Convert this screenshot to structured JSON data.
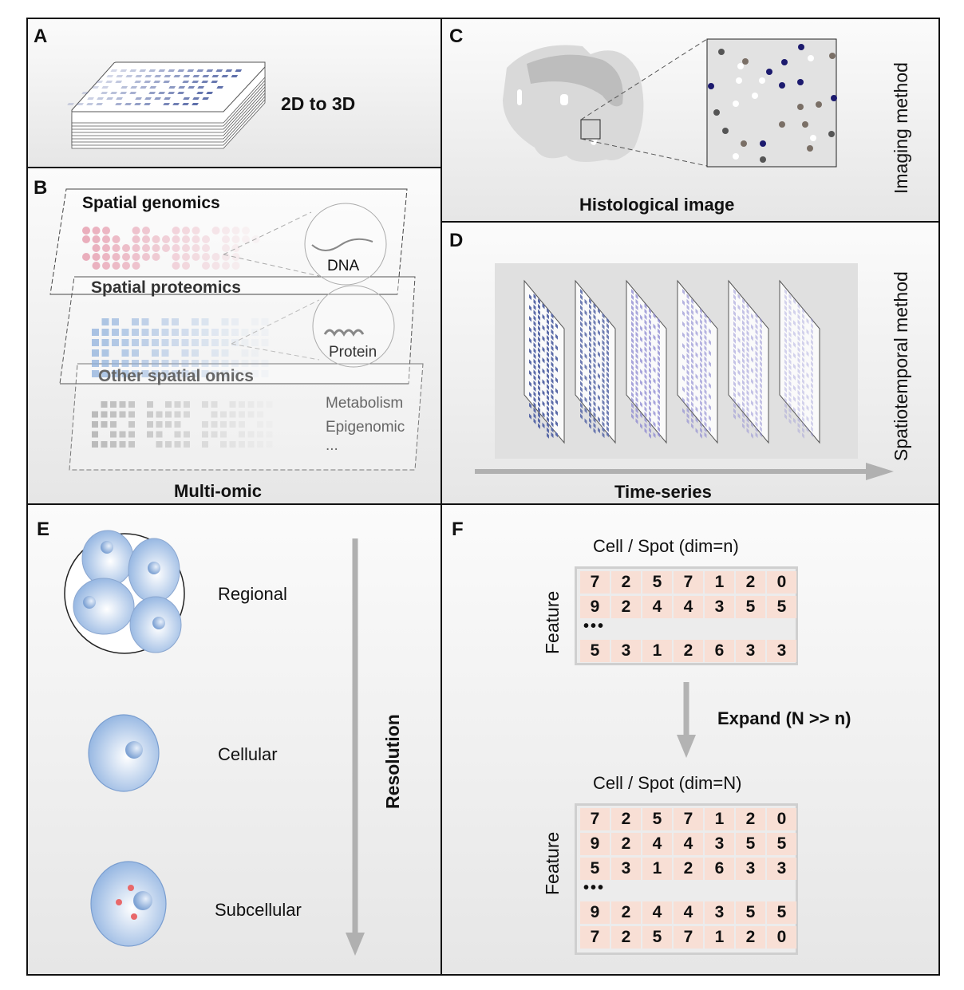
{
  "panels": {
    "A": {
      "letter": "A",
      "label": "2D to 3D"
    },
    "B": {
      "letter": "B",
      "caption": "Multi-omic",
      "layers": [
        {
          "title": "Spatial genomics",
          "inset": "DNA"
        },
        {
          "title": "Spatial proteomics",
          "inset": "Protein"
        },
        {
          "title": "Other spatial omics",
          "list": [
            "Metabolism",
            "Epigenomic",
            "..."
          ]
        }
      ]
    },
    "C": {
      "letter": "C",
      "caption": "Histological image",
      "side_label": "Imaging method"
    },
    "D": {
      "letter": "D",
      "caption": "Time-series",
      "side_label": "Spatiotemporal method",
      "slice_count": 6
    },
    "E": {
      "letter": "E",
      "axis_label": "Resolution",
      "levels": [
        "Regional",
        "Cellular",
        "Subcellular"
      ]
    },
    "F": {
      "letter": "F",
      "feature_label": "Feature",
      "expand_label": "Expand (N >> n)",
      "ellipsis": "•••",
      "small": {
        "header": "Cell / Spot (dim=n)",
        "rows_before": [
          [
            "7",
            "2",
            "5",
            "7",
            "1",
            "2",
            "0"
          ],
          [
            "9",
            "2",
            "4",
            "4",
            "3",
            "5",
            "5"
          ]
        ],
        "rows_after": [
          [
            "5",
            "3",
            "1",
            "2",
            "6",
            "3",
            "3"
          ]
        ]
      },
      "large": {
        "header": "Cell / Spot (dim=N)",
        "rows_before": [
          [
            "7",
            "2",
            "5",
            "7",
            "1",
            "2",
            "0"
          ],
          [
            "9",
            "2",
            "4",
            "4",
            "3",
            "5",
            "5"
          ],
          [
            "5",
            "3",
            "1",
            "2",
            "6",
            "3",
            "3"
          ]
        ],
        "rows_after": [
          [
            "9",
            "2",
            "4",
            "4",
            "3",
            "5",
            "5"
          ],
          [
            "7",
            "2",
            "5",
            "7",
            "1",
            "2",
            "0"
          ]
        ]
      }
    }
  },
  "colors": {
    "spot_blue": "#5668a6",
    "spot_pink": "#e8a5b5",
    "square_blue": "#8fb0dc",
    "square_gray": "#b5b5b5",
    "cell_blue": "#a8c4e8",
    "matrix_cell": "#f8dfd5",
    "arrow_gray": "#b0b0b0",
    "red_dot": "#e8686a",
    "navy_dot": "#1c1a6e"
  }
}
